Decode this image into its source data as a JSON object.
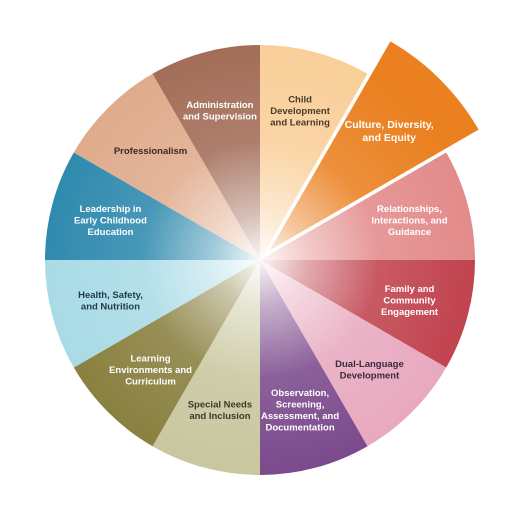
{
  "wheel": {
    "segments": [
      {
        "id": "child-development",
        "lines": [
          "Child",
          "Development",
          "and Learning"
        ],
        "color": "#f9cf99",
        "text_color": "#4a3a2a",
        "highlight": false
      },
      {
        "id": "culture-diversity",
        "lines": [
          "Culture, Diversity,",
          "and Equity"
        ],
        "color": "#ea8020",
        "text_color": "#ffffff",
        "highlight": true
      },
      {
        "id": "relationships",
        "lines": [
          "Relationships,",
          "Interactions, and",
          "Guidance"
        ],
        "color": "#e38b8b",
        "text_color": "#ffffff",
        "highlight": false
      },
      {
        "id": "family-community",
        "lines": [
          "Family and",
          "Community",
          "Engagement"
        ],
        "color": "#c1434f",
        "text_color": "#ffffff",
        "highlight": false
      },
      {
        "id": "dual-language",
        "lines": [
          "Dual-Language",
          "Development"
        ],
        "color": "#e8a9bf",
        "text_color": "#3a2a3a",
        "highlight": false
      },
      {
        "id": "observation",
        "lines": [
          "Observation,",
          "Screening,",
          "Assessment, and",
          "Documentation"
        ],
        "color": "#7b4a8c",
        "text_color": "#ffffff",
        "highlight": false
      },
      {
        "id": "special-needs",
        "lines": [
          "Special Needs",
          "and Inclusion"
        ],
        "color": "#c9c79f",
        "text_color": "#3a3a2a",
        "highlight": false
      },
      {
        "id": "learning-environments",
        "lines": [
          "Learning",
          "Environments and",
          "Curriculum"
        ],
        "color": "#8a8040",
        "text_color": "#ffffff",
        "highlight": false
      },
      {
        "id": "health-safety",
        "lines": [
          "Health, Safety,",
          "and Nutrition"
        ],
        "color": "#a9dbe6",
        "text_color": "#1f3a4a",
        "highlight": false
      },
      {
        "id": "leadership",
        "lines": [
          "Leadership in",
          "Early Childhood",
          "Education"
        ],
        "color": "#2f8aae",
        "text_color": "#ffffff",
        "highlight": false
      },
      {
        "id": "professionalism",
        "lines": [
          "Professionalism"
        ],
        "color": "#e0ab8c",
        "text_color": "#3a2a20",
        "highlight": false
      },
      {
        "id": "administration",
        "lines": [
          "Administration",
          "and Supervision"
        ],
        "color": "#a36d58",
        "text_color": "#ffffff",
        "highlight": false
      }
    ]
  }
}
